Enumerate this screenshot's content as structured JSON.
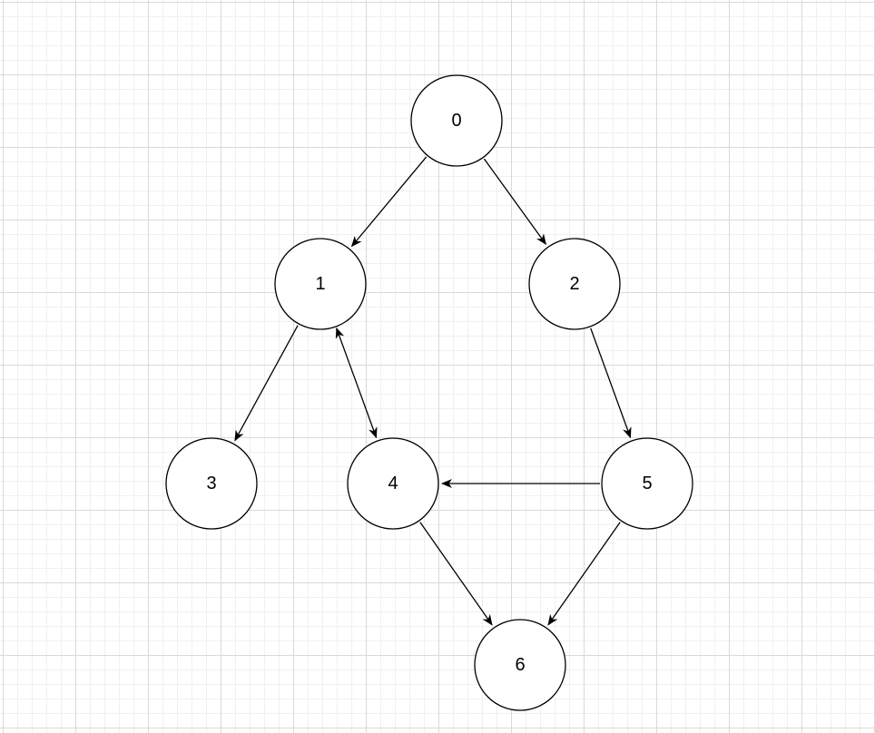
{
  "diagram": {
    "type": "directed-graph",
    "colors": {
      "node_fill": "#ffffff",
      "stroke": "#000000",
      "grid": "#d9d9d9"
    },
    "nodes": [
      {
        "id": "n0",
        "label": "0"
      },
      {
        "id": "n1",
        "label": "1"
      },
      {
        "id": "n2",
        "label": "2"
      },
      {
        "id": "n3",
        "label": "3"
      },
      {
        "id": "n4",
        "label": "4"
      },
      {
        "id": "n5",
        "label": "5"
      },
      {
        "id": "n6",
        "label": "6"
      }
    ],
    "edges": [
      {
        "from": "n0",
        "to": "n1",
        "bidirectional": false
      },
      {
        "from": "n0",
        "to": "n2",
        "bidirectional": false
      },
      {
        "from": "n1",
        "to": "n3",
        "bidirectional": false
      },
      {
        "from": "n1",
        "to": "n4",
        "bidirectional": true
      },
      {
        "from": "n2",
        "to": "n5",
        "bidirectional": false
      },
      {
        "from": "n5",
        "to": "n4",
        "bidirectional": false
      },
      {
        "from": "n4",
        "to": "n6",
        "bidirectional": false
      },
      {
        "from": "n5",
        "to": "n6",
        "bidirectional": false
      }
    ]
  }
}
